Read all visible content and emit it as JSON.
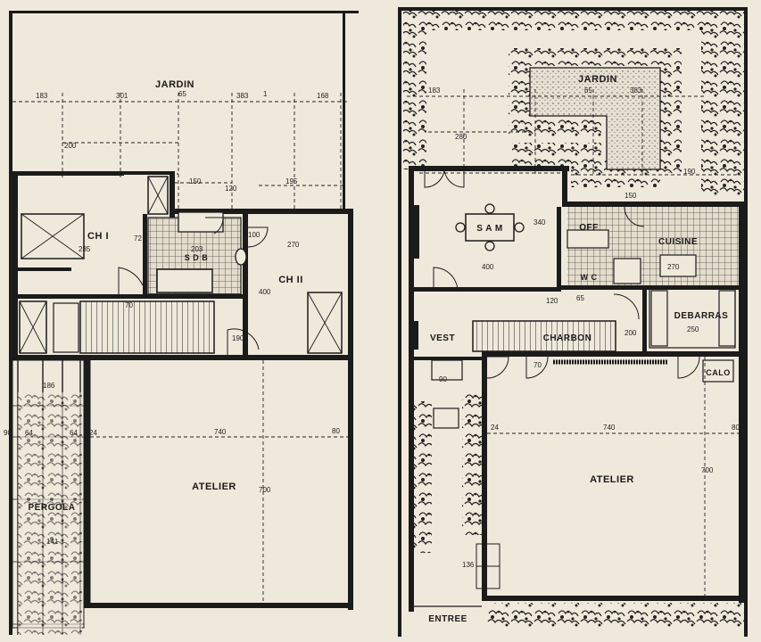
{
  "colors": {
    "paper": "#efe9dc",
    "ink": "#1b1b1b",
    "tile": "#9a968c"
  },
  "ground_floor": {
    "rooms": {
      "jardin": "JARDIN",
      "ch1": "CH I",
      "ch2": "CH II",
      "sdb": "S D B",
      "atelier": "ATELIER",
      "pergola": "PERGOLA"
    },
    "dims": {
      "d183": "183",
      "d301": "301",
      "d65": "65",
      "d383": "383",
      "d1": "1",
      "d168": "168",
      "d200": "200",
      "d150": "150",
      "d120": "120",
      "d195": "195",
      "d72": "72",
      "d285": "285",
      "d203": "203",
      "d100": "100",
      "d270": "270",
      "d400": "400",
      "d70": "70",
      "d190": "190",
      "d740": "740",
      "d80": "80",
      "d700": "700",
      "d24": "24",
      "d64a": "64",
      "d64b": "64",
      "d90": "90",
      "d141": "141",
      "d186": "186"
    }
  },
  "upper_floor": {
    "rooms": {
      "jardin": "JARDIN",
      "sam": "S A M",
      "off": "OFF",
      "cuisine": "CUISINE",
      "wc": "W C",
      "vest": "VEST",
      "charbon": "CHARBON",
      "debarras": "DEBARRAS",
      "calo": "CALO",
      "atelier": "ATELIER",
      "entree": "ENTREE"
    },
    "dims": {
      "d183": "183",
      "d280": "280",
      "d65": "65",
      "d383": "383",
      "d190": "190",
      "d340": "340",
      "d400": "400",
      "d270": "270",
      "d65b": "65",
      "d250": "250",
      "d90": "90",
      "d70": "70",
      "d740": "740",
      "d700": "700",
      "d24": "24",
      "d80": "80",
      "d136": "136",
      "d150": "150",
      "d120": "120",
      "d200": "200"
    }
  }
}
